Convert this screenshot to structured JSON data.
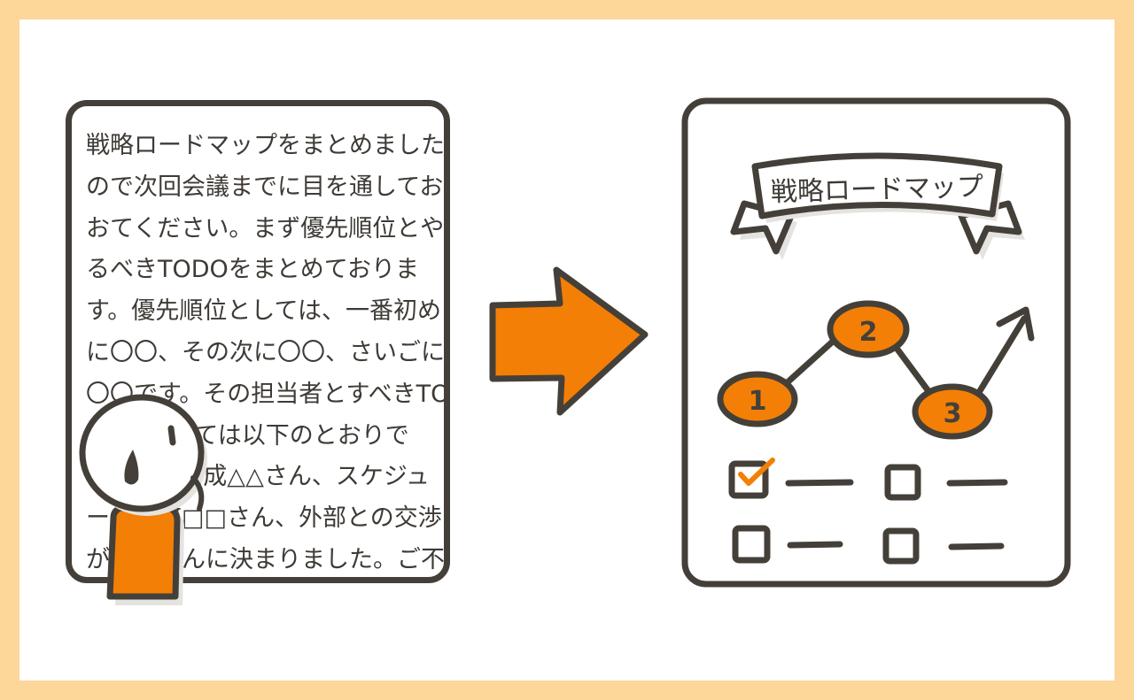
{
  "colors": {
    "frame": "#fdd69a",
    "background": "#ffffff",
    "ink": "#444039",
    "accent": "#f47f06",
    "shadow": "#e5e3e0"
  },
  "document": {
    "text": "戦略ロードマップをまとめましたので次回会議までに目を通しておおてください。まず優先順位とやるべきTODOをまとめております。優先順位としては、一番初めに〇〇、その次に〇〇、さいごに〇〇です。その担当者とすべきTODOについては以下のとおりです。資料作成△△さん、スケジュール調整□□さん、外部との交渉が〇〇さんに決まりました。ご不明点については…"
  },
  "roadmap": {
    "banner_title": "戦略ロードマップ",
    "steps": [
      "1",
      "2",
      "3"
    ]
  },
  "icons": {
    "character": "confused-person-icon",
    "arrow": "right-arrow-icon",
    "check": "checkmark-icon"
  }
}
